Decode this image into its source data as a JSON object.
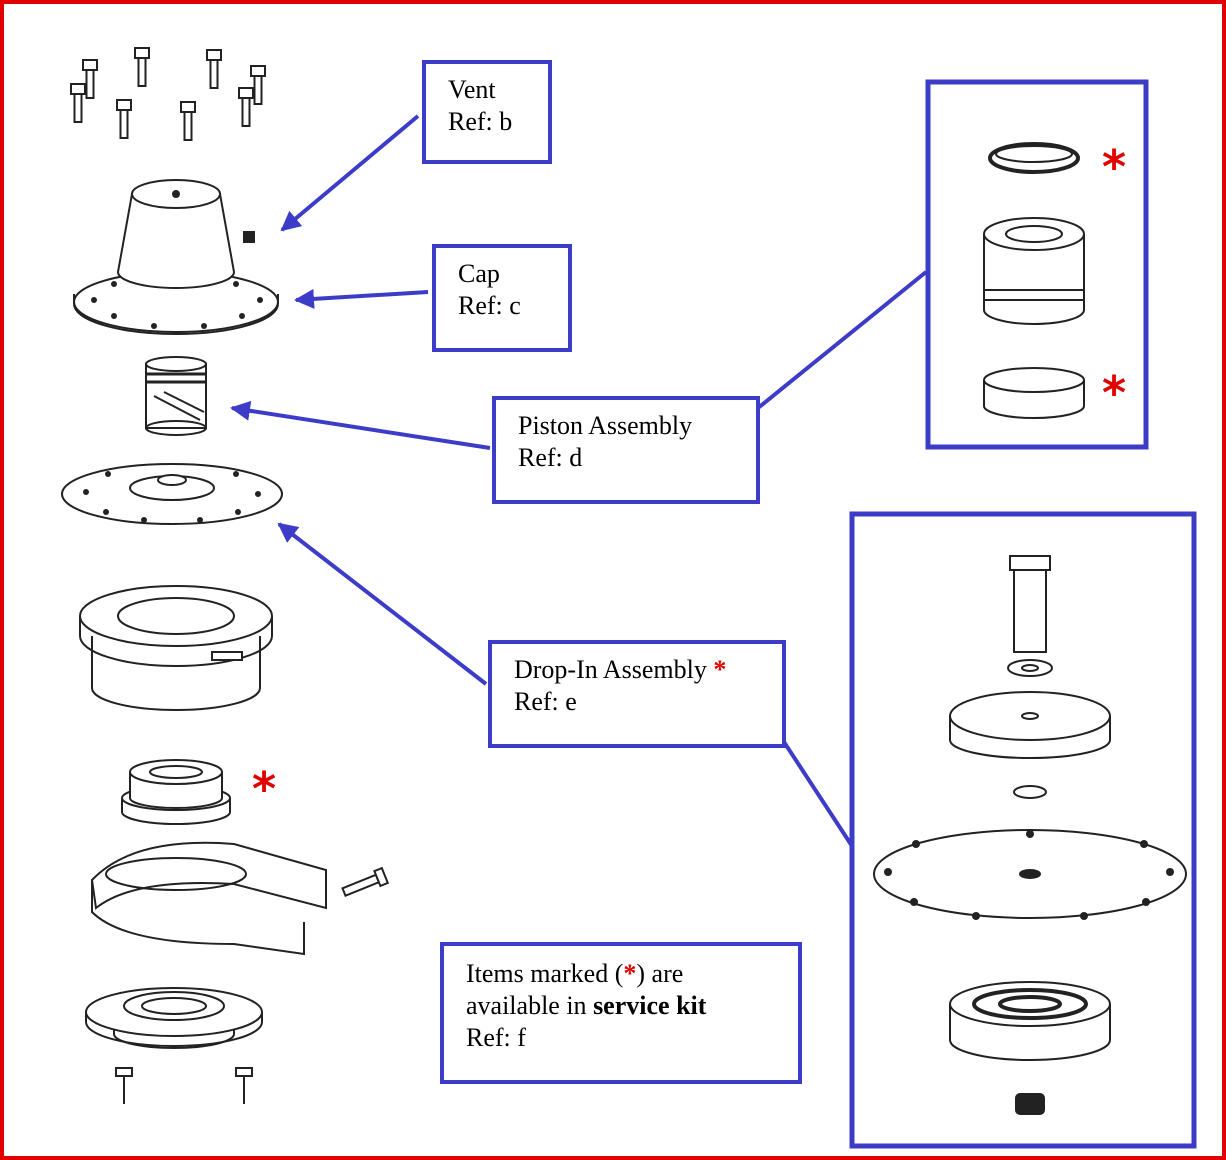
{
  "callouts": {
    "vent": {
      "name": "Vent",
      "ref": "Ref: b"
    },
    "cap": {
      "name": "Cap",
      "ref": "Ref: c"
    },
    "piston": {
      "name": "Piston Assembly",
      "ref": "Ref: d"
    },
    "dropin": {
      "name": "Drop-In Assembly",
      "ref": "Ref: e"
    }
  },
  "service_note": {
    "line1_pre": "Items marked (",
    "line1_post": ") are",
    "line2_pre": "available in ",
    "line2_bold": "service kit",
    "ref": "Ref: f"
  },
  "marker_symbol": "*",
  "colors": {
    "frame_border": "#e00000",
    "callout_border": "#3c3cc8",
    "arrow": "#3c3cc8",
    "marker": "#e00000"
  }
}
